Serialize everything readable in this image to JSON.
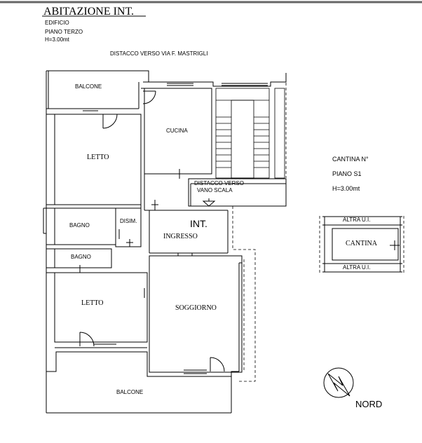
{
  "header": {
    "title": "ABITAZIONE INT.",
    "building": "EDIFICIO",
    "floor": "PIANO TERZO",
    "height": "H=3.00mt"
  },
  "plan": {
    "distance_street": "DISTACCO VERSO VIA F. MASTRIGLI",
    "distance_stair_1": "DISTACCO VERSO",
    "distance_stair_2": "VANO SCALA",
    "unit_label": "INT.",
    "rooms": {
      "balcone_top": "BALCONE",
      "cucina": "CUCINA",
      "letto_top": "LETTO",
      "bagno_1": "BAGNO",
      "disim": "DISIM.",
      "ingresso": "INGRESSO",
      "bagno_2": "BAGNO",
      "letto_bottom": "LETTO",
      "soggiorno": "SOGGIORNO",
      "balcone_bottom": "BALCONE"
    }
  },
  "cellar": {
    "title": "CANTINA N°",
    "floor": "PIANO S1",
    "height": "H=3.00mt",
    "room": "CANTINA",
    "other_top": "ALTRA U.I.",
    "other_bottom": "ALTRA U.I."
  },
  "compass": {
    "label": "NORD"
  }
}
